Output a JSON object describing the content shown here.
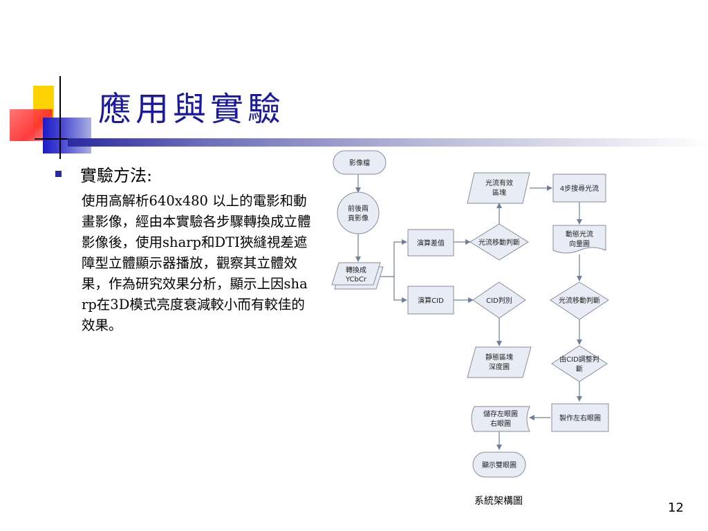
{
  "title": "應用與實驗",
  "bullet": {
    "heading": "實驗方法:",
    "body": "使用高解析640x480 以上的電影和動畫影像，經由本實驗各步驟轉換成立體影像後，使用sharp和DTI狹縫視差遮障型立體顯示器播放，觀察其立體效果，作為研究效果分析，顯示上因sharp在3D模式亮度衰減較小而有較佳的效果。"
  },
  "flowchart": {
    "nodes": {
      "image_file": "影像檔",
      "prev_next_1": "前後兩",
      "prev_next_2": "頁影像",
      "convert_1": "轉換成",
      "convert_2": "YCbCr",
      "calc_diff": "演算差值",
      "calc_cid": "演算CID",
      "flow_move_judge_1": "光流移動判斷",
      "cid_judge": "CID判別",
      "valid_block_1": "光流有效",
      "valid_block_2": "區塊",
      "four_step": "4步搜尋光流",
      "dyn_flow_1": "動態光流",
      "dyn_flow_2": "向量圖",
      "flow_move_judge_2": "光流移動判斷",
      "static_depth_1": "靜態區塊",
      "static_depth_2": "深度圖",
      "cid_adjust_1": "由CID調整判",
      "cid_adjust_2": "斷",
      "make_lr": "製作左右眼圖",
      "store_lr_1": "儲存左眼圖",
      "store_lr_2": "右眼圖",
      "show_stereo": "顯示雙眼圖"
    }
  },
  "caption": "系統架構圖",
  "page_number": "12",
  "colors": {
    "title": "#1a1aa0",
    "node_fill": "#e8ecf4",
    "node_stroke": "#8a8aa0",
    "arrow": "#6e7f9e"
  }
}
